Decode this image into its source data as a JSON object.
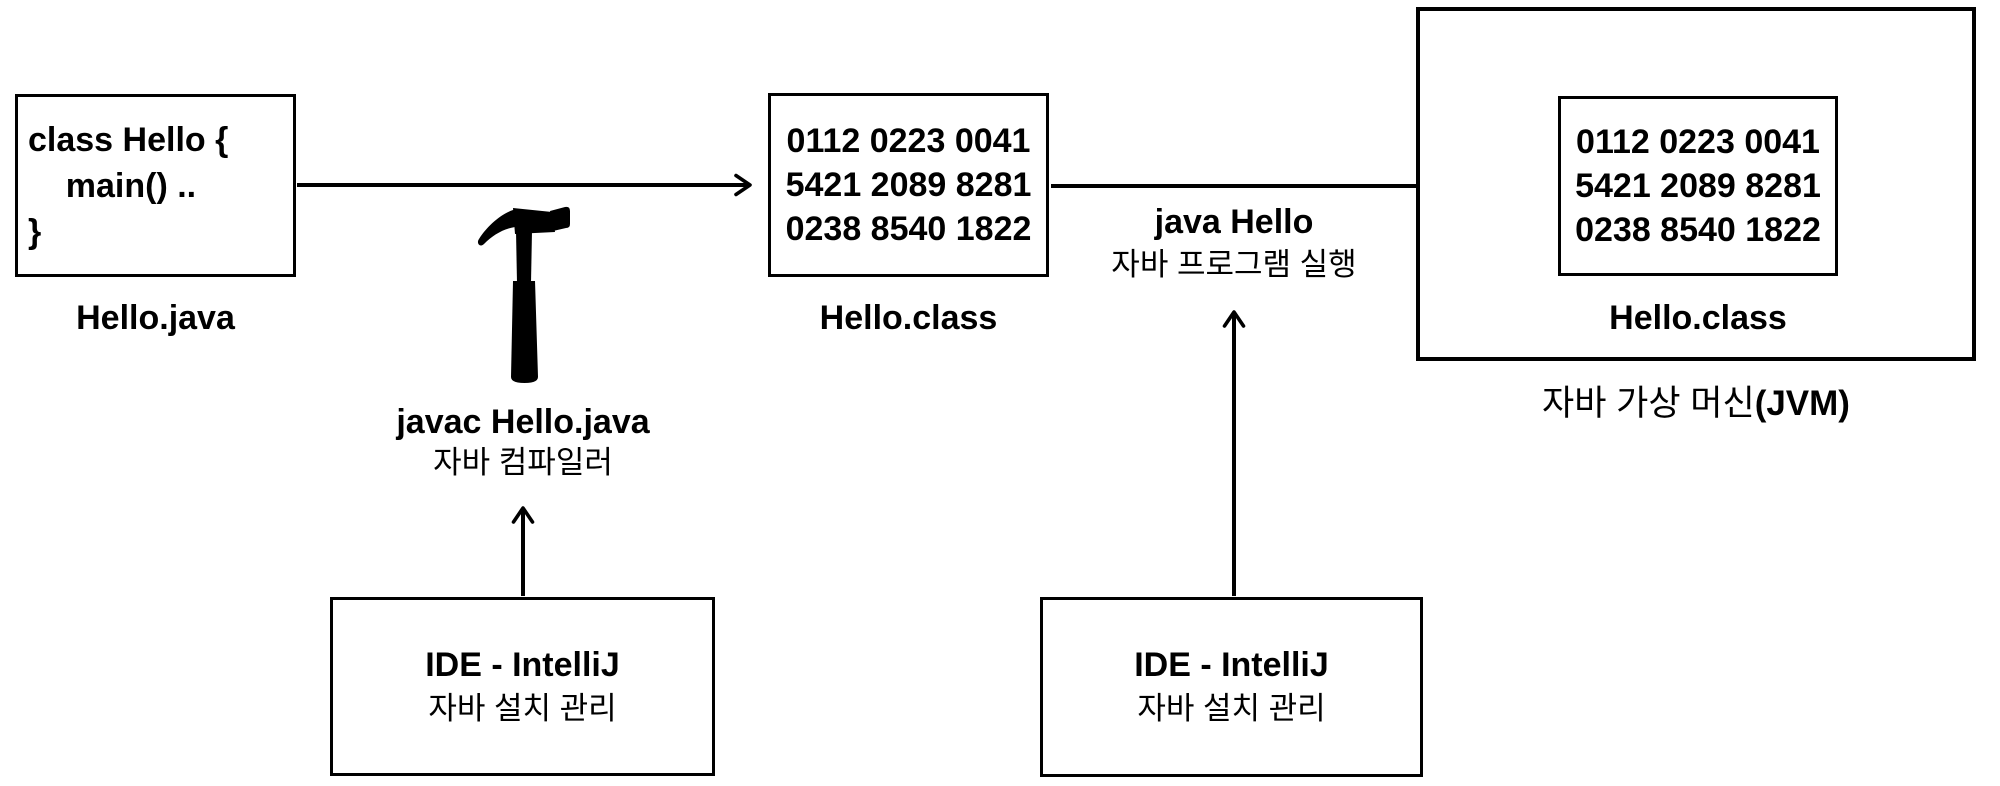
{
  "diagram": {
    "background": "#ffffff",
    "stroke_color": "#000000",
    "source": {
      "code_line_1": "class Hello {",
      "code_line_2": "    main() ..",
      "code_line_3": "}",
      "label": "Hello.java"
    },
    "bytecode": {
      "line_1": "0112 0223 0041",
      "line_2": "5421 2089 8281",
      "line_3": "0238 8540 1822"
    },
    "class_file": {
      "label": "Hello.class"
    },
    "jvm": {
      "class_label": "Hello.class",
      "label_ko": "자바 가상 머신",
      "label_en": "(JVM)"
    },
    "compile": {
      "command": "javac Hello.java",
      "tool_ko": "자바 컴파일러",
      "icon": "hammer-icon"
    },
    "run": {
      "command": "java Hello",
      "action_ko": "자바 프로그램 실행"
    },
    "ide_compile": {
      "title": "IDE - IntelliJ",
      "subtitle_ko": "자바 설치 관리"
    },
    "ide_run": {
      "title": "IDE - IntelliJ",
      "subtitle_ko": "자바 설치 관리"
    }
  }
}
